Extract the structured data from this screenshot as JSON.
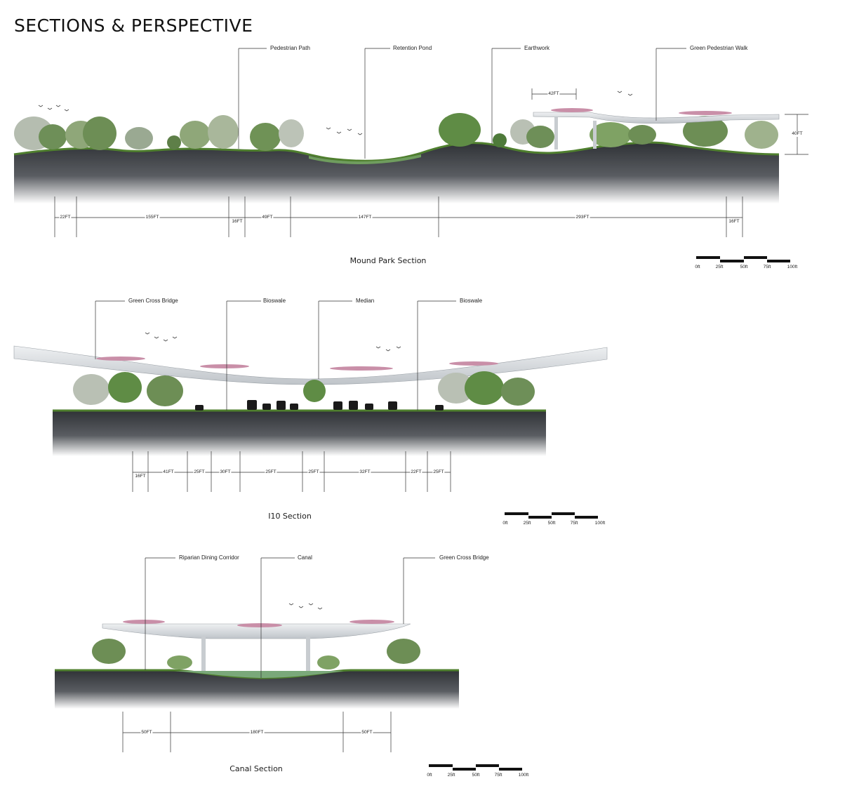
{
  "title": "SECTIONS & PERSPECTIVE",
  "colors": {
    "soil_dark": "#3a3d42",
    "soil_mid": "#6b6e74",
    "grass": "#5d8c3a",
    "tree_dark": "#4d7a3a",
    "tree_light": "#9db58a",
    "tree_gray": "#b5bdb0",
    "bridge": "#d9dcdf",
    "water": "#7aa87a",
    "flowers": "#c98fa8"
  },
  "sections": [
    {
      "name": "Mound Park Section",
      "callouts": [
        "Pedestrian Path",
        "Retention Pond",
        "Earthwork",
        "Green Pedestrian Walk"
      ],
      "top_dims": [
        "42FT"
      ],
      "height_dim": "40FT",
      "dimensions": [
        "22FT",
        "155FT",
        "16FT",
        "49FT",
        "147FT",
        "293FT",
        "16FT"
      ],
      "scale": [
        "0ft",
        "25ft",
        "50ft",
        "75ft",
        "100ft"
      ]
    },
    {
      "name": "I10 Section",
      "callouts": [
        "Green Cross Bridge",
        "Bioswale",
        "Median",
        "Bioswale"
      ],
      "dimensions": [
        "16FT",
        "41FT",
        "25FT",
        "30FT",
        "25FT",
        "25FT",
        "32FT",
        "22FT",
        "25FT"
      ],
      "scale": [
        "0ft",
        "25ft",
        "50ft",
        "75ft",
        "100ft"
      ]
    },
    {
      "name": "Canal Section",
      "callouts": [
        "Riparian Dining Corridor",
        "Canal",
        "Green Cross Bridge"
      ],
      "dimensions": [
        "50FT",
        "180FT",
        "50FT"
      ],
      "scale": [
        "0ft",
        "25ft",
        "50ft",
        "75ft",
        "100ft"
      ]
    }
  ]
}
